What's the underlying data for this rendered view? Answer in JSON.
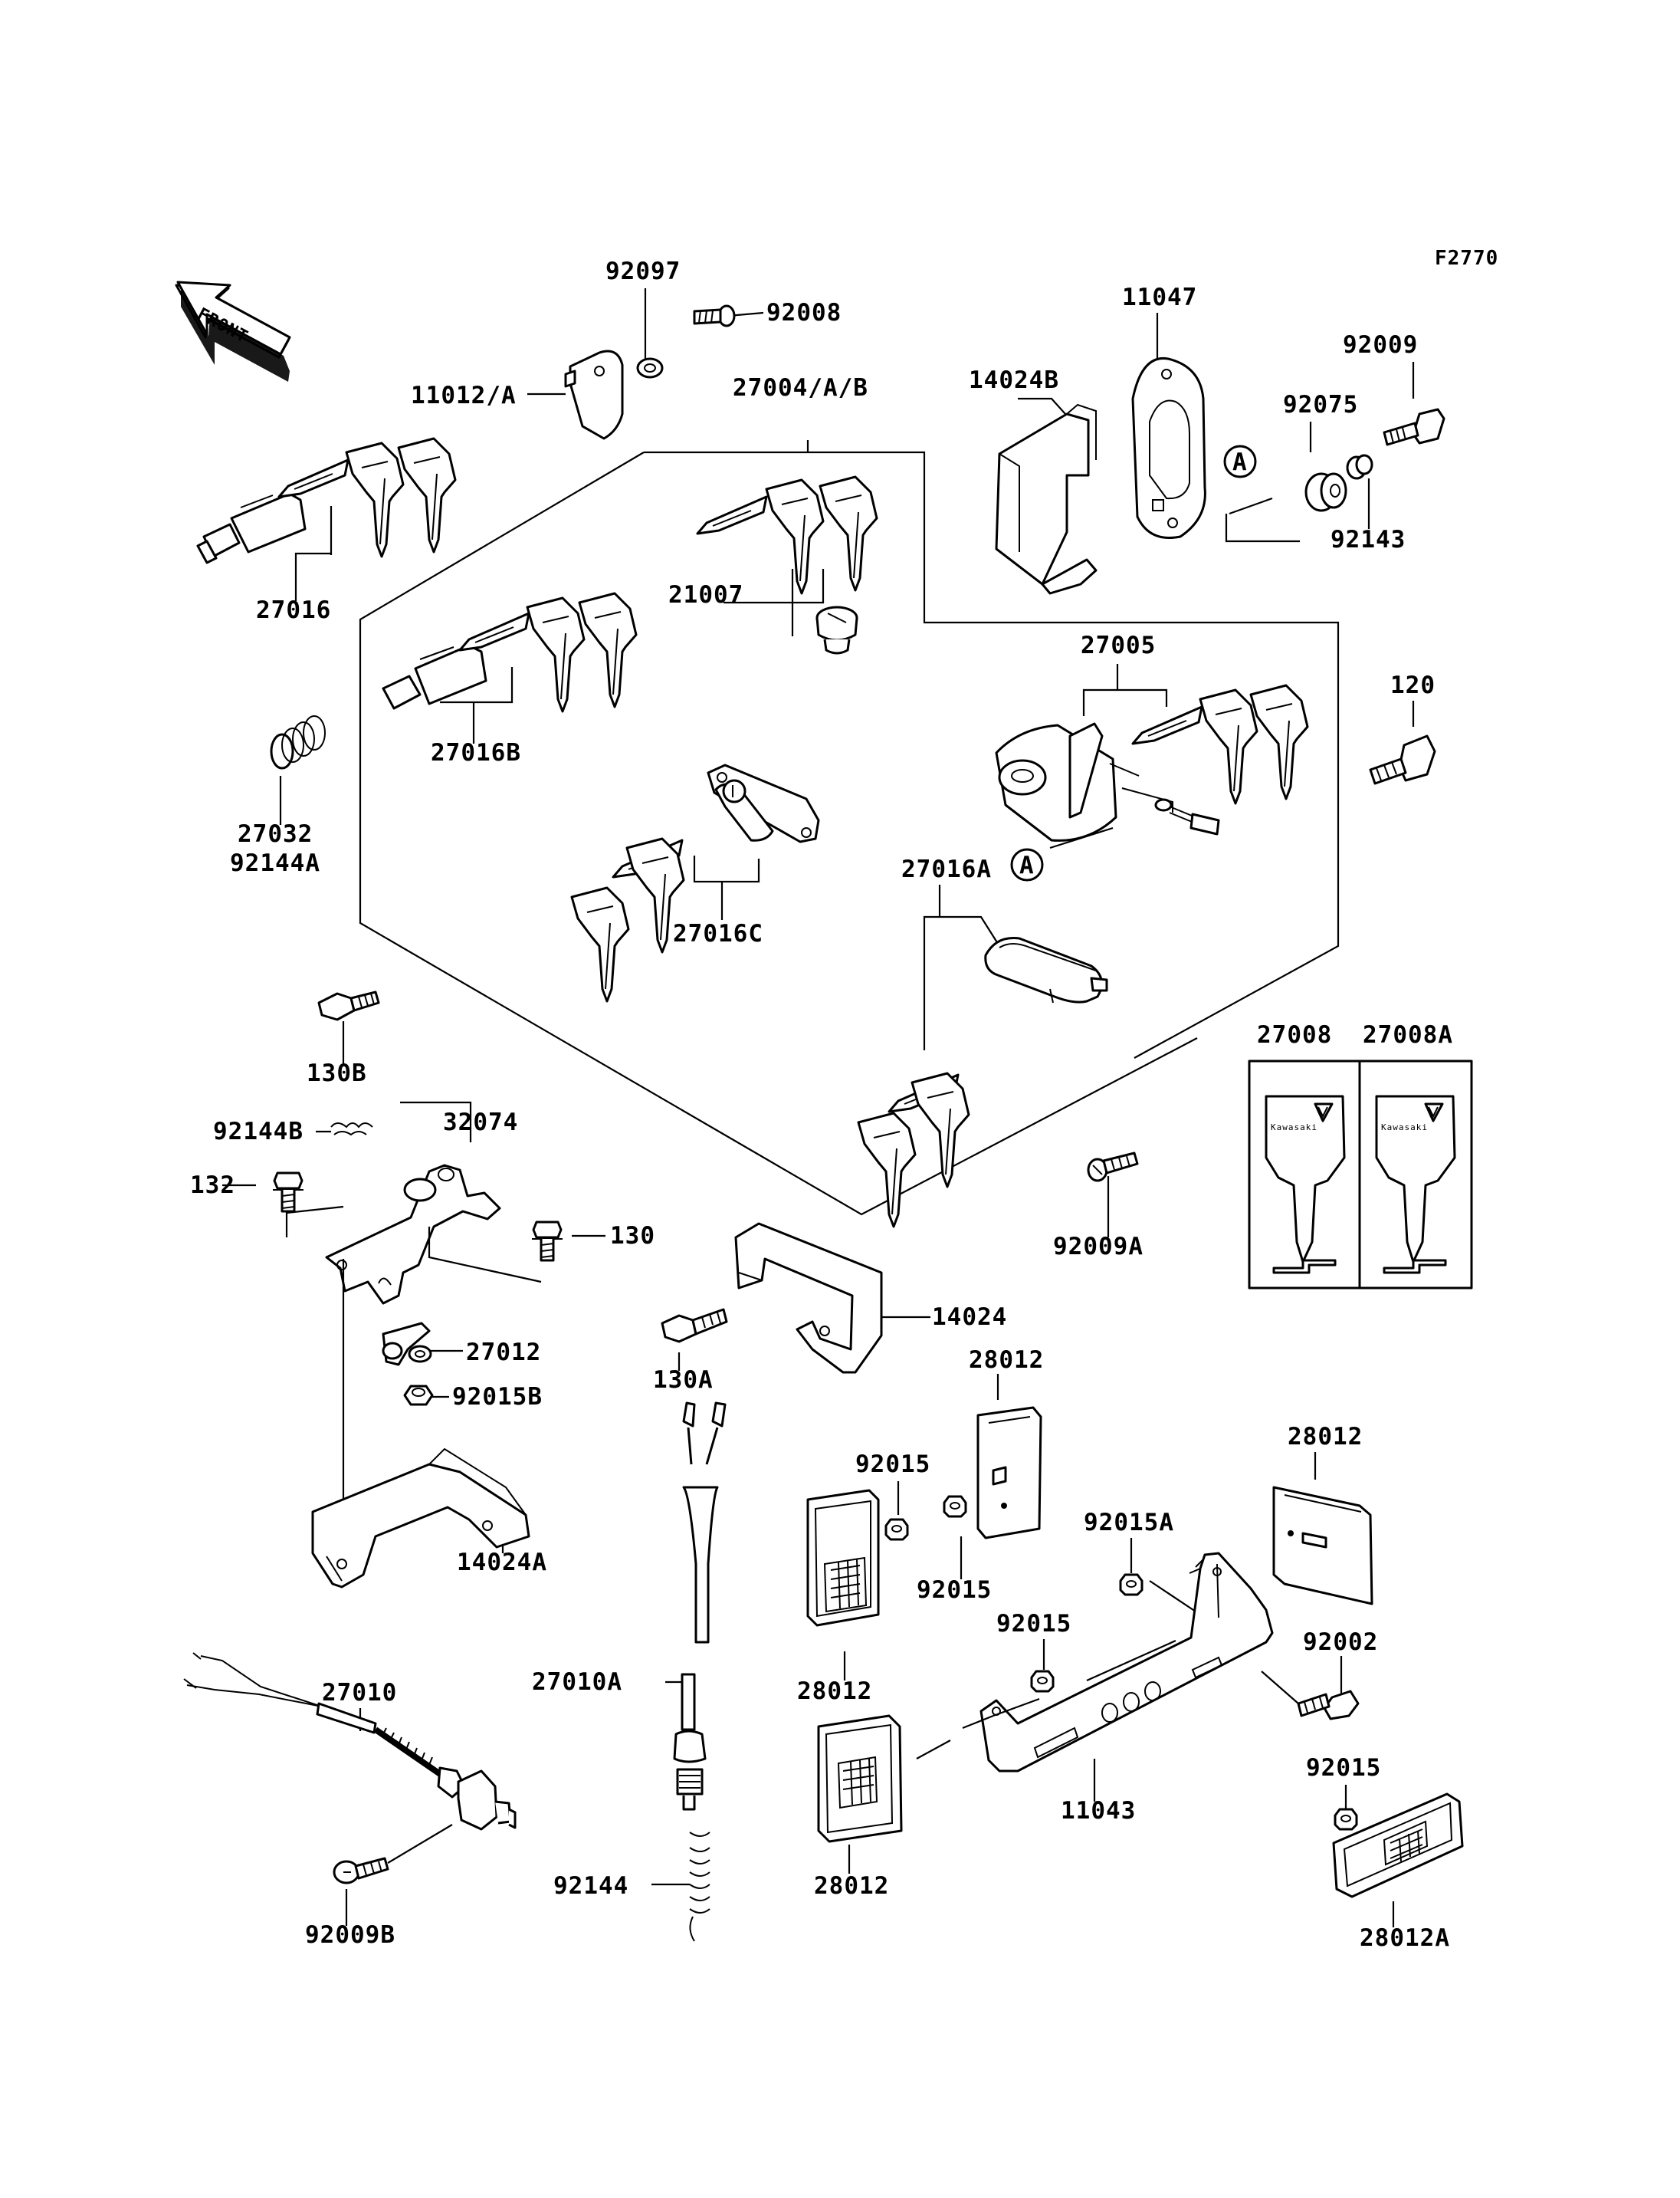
{
  "figure_code": "F2770",
  "front_indicator": "FRONT",
  "callouts": [
    "A",
    "A"
  ],
  "parts": {
    "p92097": "92097",
    "p92008": "92008",
    "p11047": "11047",
    "p92009": "92009",
    "p11012A": "11012/A",
    "p27004AB": "27004/A/B",
    "p14024B": "14024B",
    "p92075": "92075",
    "p92143": "92143",
    "p27016": "27016",
    "p21007": "21007",
    "p27005": "27005",
    "p120": "120",
    "p27016B": "27016B",
    "p27032": "27032",
    "p92144A": "92144A",
    "p27016A": "27016A",
    "p27016C": "27016C",
    "p130B": "130B",
    "p27008": "27008",
    "p27008A": "27008A",
    "p92144B": "92144B",
    "p32074": "32074",
    "p132": "132",
    "p130": "130",
    "p92009A": "92009A",
    "p14024": "14024",
    "p27012": "27012",
    "p130A": "130A",
    "p92015B": "92015B",
    "p28012a": "28012",
    "p28012b": "28012",
    "p92015a": "92015",
    "p92015b": "92015",
    "p14024A": "14024A",
    "p92015A": "92015A",
    "p92015c": "92015",
    "p92002": "92002",
    "p27010": "27010",
    "p27010A": "27010A",
    "p28012c": "28012",
    "p11043": "11043",
    "p92015d": "92015",
    "p92144": "92144",
    "p28012d": "28012",
    "p92009B": "92009B",
    "p28012A": "28012A"
  },
  "key_brand": "Kawasaki"
}
